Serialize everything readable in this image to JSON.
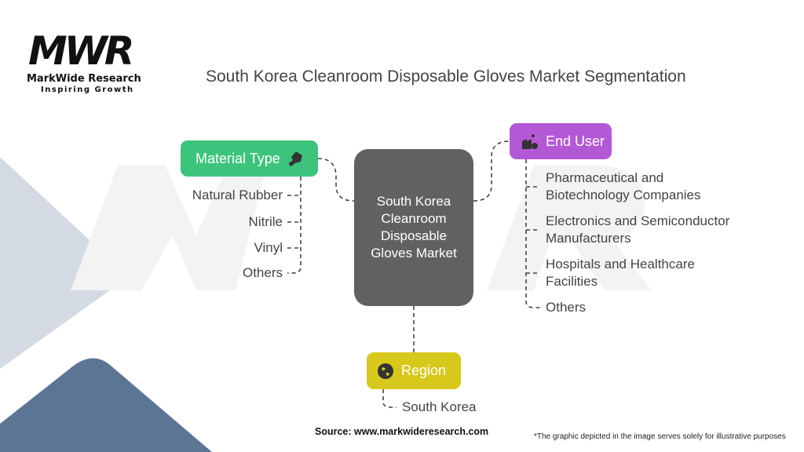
{
  "logo": {
    "mark": "MWR",
    "name": "MarkWide Research",
    "tagline": "Inspiring Growth"
  },
  "title": "South Korea Cleanroom Disposable Gloves Market Segmentation",
  "center": "South Korea Cleanroom Disposable Gloves Market",
  "categories": {
    "material": {
      "label": "Material Type",
      "icon": "glove-icon",
      "color": "#3cc47c",
      "items": [
        "Natural Rubber",
        "Nitrile",
        "Vinyl",
        "Others"
      ]
    },
    "end_user": {
      "label": "End User",
      "icon": "factory-gear-icon",
      "color": "#b459d6",
      "items": [
        "Pharmaceutical and Biotechnology Companies",
        "Electronics and Semiconductor Manufacturers",
        "Hospitals and Healthcare Facilities",
        "Others"
      ]
    },
    "region": {
      "label": "Region",
      "icon": "globe-icon",
      "color": "#d9c81c",
      "items": [
        "South Korea"
      ]
    }
  },
  "footer": {
    "source": "Source: www.markwideresearch.com",
    "note": "*The graphic depicted in the image serves solely for illustrative purposes"
  }
}
